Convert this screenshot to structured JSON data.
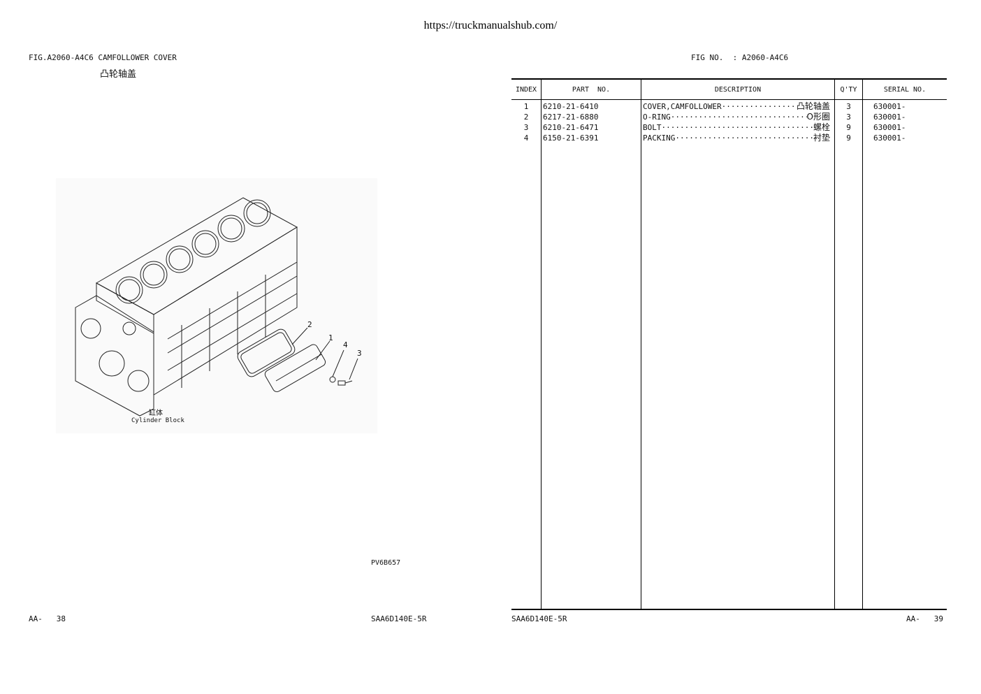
{
  "header": {
    "url": "https://truckmanualshub.com/"
  },
  "left_page": {
    "fig_title": "FIG.A2060-A4C6 CAMFOLLOWER COVER",
    "fig_title_cn": "凸轮轴盖",
    "callouts": [
      "2",
      "1",
      "4",
      "3"
    ],
    "block_label_cn": "缸体",
    "block_label_en": "Cylinder Block",
    "drawing_code": "PV6B657",
    "footer_page": "AA-   38",
    "footer_model": "SAA6D140E-5R"
  },
  "right_page": {
    "fig_no": "FIG NO.  : A2060-A4C6",
    "columns": [
      "INDEX",
      "PART  NO.",
      "DESCRIPTION",
      "Q'TY",
      "SERIAL NO."
    ],
    "rows": [
      {
        "index": "1",
        "part_no": "6210-21-6410",
        "desc": "COVER,CAMFOLLOWER",
        "desc_cn": "凸轮轴盖",
        "qty": "3",
        "serial": "630001-"
      },
      {
        "index": "2",
        "part_no": "6217-21-6880",
        "desc": "O-RING",
        "desc_cn": "O形圈",
        "qty": "3",
        "serial": "630001-"
      },
      {
        "index": "3",
        "part_no": "6210-21-6471",
        "desc": "BOLT",
        "desc_cn": "螺栓",
        "qty": "9",
        "serial": "630001-"
      },
      {
        "index": "4",
        "part_no": "6150-21-6391",
        "desc": "PACKING",
        "desc_cn": "衬垫",
        "qty": "9",
        "serial": "630001-"
      }
    ],
    "footer_model": "SAA6D140E-5R",
    "footer_page": "AA-   39"
  }
}
